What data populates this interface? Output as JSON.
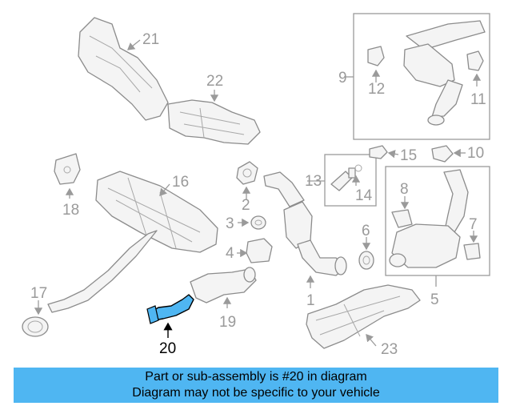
{
  "labels": {
    "p1": "1",
    "p2": "2",
    "p3": "3",
    "p4": "4",
    "p5": "5",
    "p6": "6",
    "p7": "7",
    "p8": "8",
    "p9": "9",
    "p10": "10",
    "p11": "11",
    "p12": "12",
    "p13": "13",
    "p14": "14",
    "p15": "15",
    "p16": "16",
    "p17": "17",
    "p18": "18",
    "p19": "19",
    "p20": "20",
    "p21": "21",
    "p22": "22",
    "p23": "23"
  },
  "highlighted_part": "20",
  "colors": {
    "highlight": "#4fb6f2",
    "line": "#8c8c8c",
    "label": "#9a9a9a"
  },
  "banner": {
    "line1": "Part or sub-assembly is #20 in diagram",
    "line2": "Diagram may not be specific to your vehicle"
  }
}
